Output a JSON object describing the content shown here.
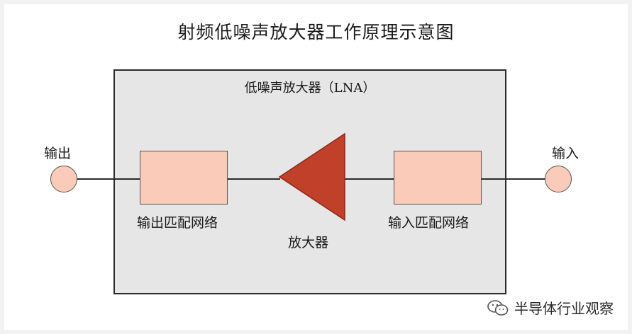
{
  "title": "射频低噪声放大器工作原理示意图",
  "lna_label": "低噪声放大器（LNA）",
  "output_port": "输出",
  "input_port": "输入",
  "output_match_label": "输出匹配网络",
  "input_match_label": "输入匹配网络",
  "amplifier_label": "放大器",
  "watermark": "半导体行业观察",
  "colors": {
    "component_fill": "#f9cbb8",
    "amplifier_fill": "#c0402a",
    "box_fill": "#e6e6e6",
    "line": "#2b2b2b"
  },
  "icons": {
    "watermark": "wechat-icon"
  }
}
